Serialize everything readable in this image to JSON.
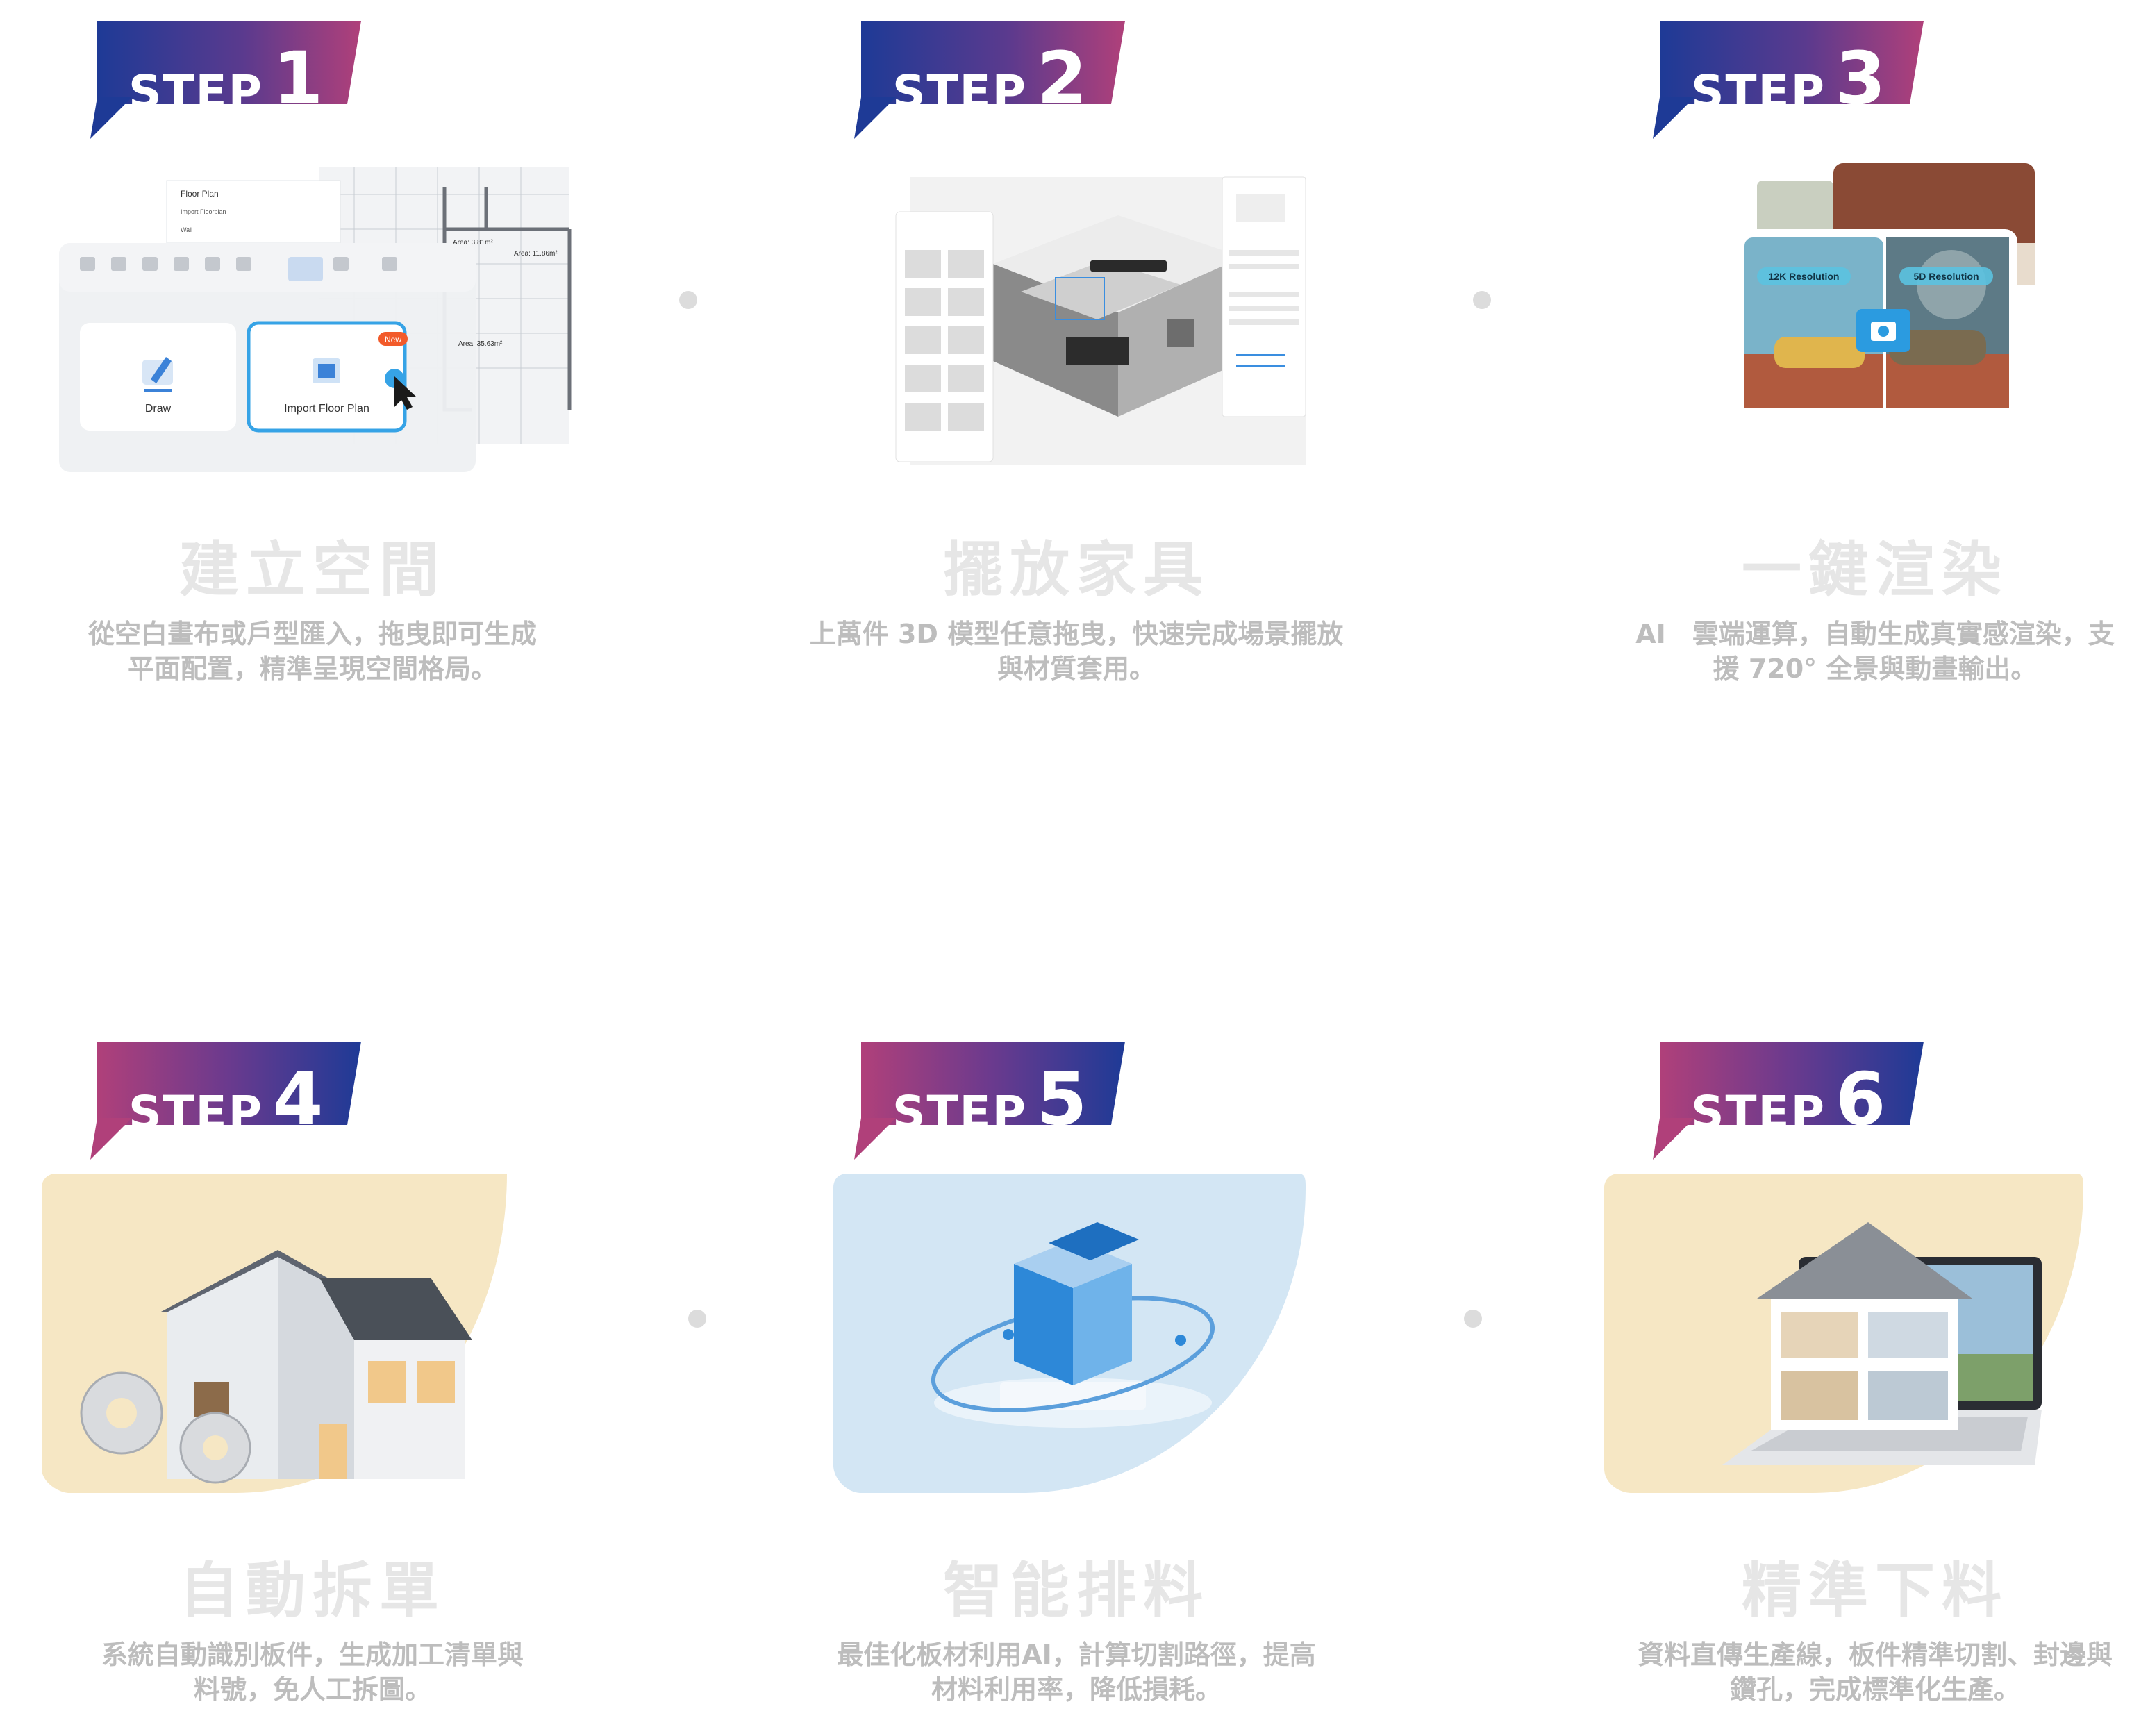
{
  "steps": [
    {
      "label": "STEP",
      "number": "1",
      "title": "建立空間",
      "desc_lines": [
        "從空白畫布或戶型匯入，拖曳即可生成",
        "平面配置，精準呈現空間格局。"
      ]
    },
    {
      "label": "STEP",
      "number": "2",
      "title": "擺放家具",
      "desc_lines": [
        "上萬件 3D 模型任意拖曳，快速完成場景擺放",
        "與材質套用。"
      ]
    },
    {
      "label": "STEP",
      "number": "3",
      "title": "一鍵渲染",
      "desc_lines": [
        "AI　雲端運算，自動生成真實感渲染，支",
        "援 720° 全景與動畫輸出。"
      ]
    },
    {
      "label": "STEP",
      "number": "4",
      "title": "自動拆單",
      "desc_lines": [
        "系統自動識別板件，生成加工清單與",
        "料號，免人工拆圖。"
      ]
    },
    {
      "label": "STEP",
      "number": "5",
      "title": "智能排料",
      "desc_lines": [
        "最佳化板材利用AI，計算切割路徑，提高",
        "材料利用率，降低損耗。"
      ]
    },
    {
      "label": "STEP",
      "number": "6",
      "title": "精準下料",
      "desc_lines": [
        "資料直傳生產線，板件精準切割、封邊與",
        "鑽孔，完成標準化生產。"
      ]
    }
  ],
  "step1_ui": {
    "menu_title": "Floor Plan",
    "menu_items": [
      "Import Floorplan",
      "Wall"
    ],
    "draw_label": "Draw",
    "import_label": "Import Floor Plan",
    "new_badge": "New",
    "area_labels": [
      "Area: 3.81m²",
      "Area: 11.86m²",
      "Area: 35.63m²"
    ]
  },
  "step3_ui": {
    "left_label": "12K Resolution",
    "right_label": "5D Resolution"
  },
  "colors": {
    "badge_blue": "#1e3a96",
    "badge_pink": "#b0407a",
    "title_gray": "#e6e6e6",
    "desc_gray": "#bdbdbd",
    "sand": "#f6e7c4",
    "ice": "#d3e6f4",
    "accent": "#2c9be0"
  }
}
